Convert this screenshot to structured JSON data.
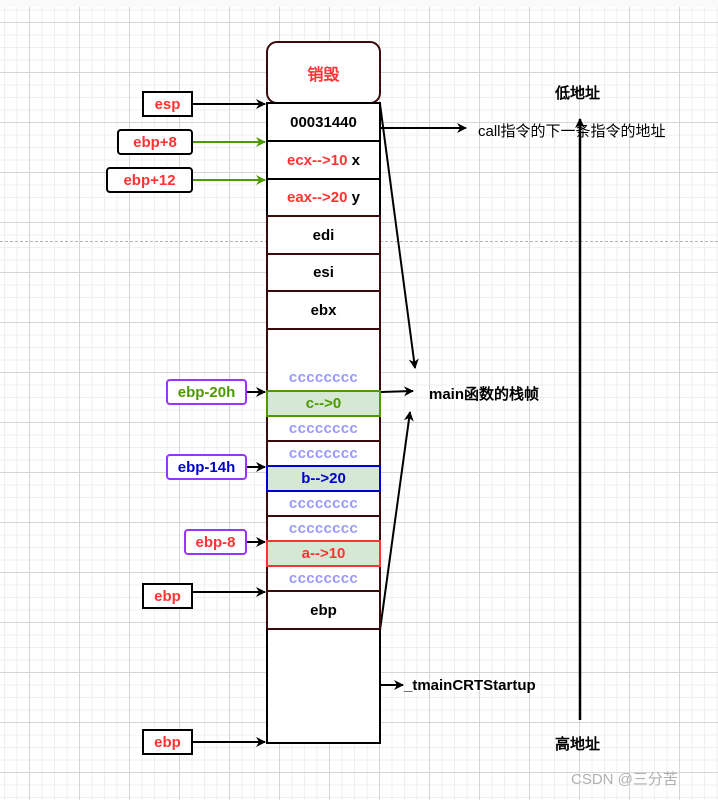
{
  "diagram": {
    "title_block": "销毁",
    "stack_cells": {
      "ret_addr": "00031440",
      "ecx_val": "ecx-->10",
      "ecx_var": "x",
      "eax_val": "eax-->20",
      "eax_var": "y",
      "edi": "edi",
      "esi": "esi",
      "ebx": "ebx",
      "fill": "cccccccc",
      "var_c": "c-->0",
      "var_b": "b-->20",
      "var_a": "a-->10",
      "saved_ebp": "ebp"
    },
    "pointers": {
      "esp": "esp",
      "ebp_plus_8": "ebp+8",
      "ebp_plus_12": "ebp+12",
      "ebp_minus_20h": "ebp-20h",
      "ebp_minus_14h": "ebp-14h",
      "ebp_minus_8": "ebp-8",
      "ebp_current": "ebp",
      "ebp_caller": "ebp"
    },
    "annotations": {
      "low_address": "低地址",
      "high_address": "高地址",
      "call_next": "call指令的下一条指令的地址",
      "main_frame": "main函数的栈帧",
      "crt_startup": "_tmainCRTStartup"
    },
    "colors": {
      "red": "#ff3333",
      "green": "#4d9900",
      "blue": "#0000cc",
      "purple": "#9933ff",
      "fill_text": "#9999ff",
      "var_bg": "#d5e8d4",
      "cell_border": "#3b0a0a"
    }
  },
  "watermark": "CSDN @三分苦"
}
